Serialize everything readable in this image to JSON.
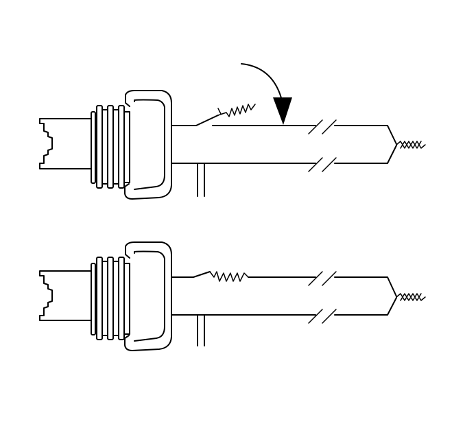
{
  "diagram": {
    "type": "technical-line-drawing",
    "views": [
      {
        "state": "before",
        "shows_direction_arrow": true
      },
      {
        "state": "after",
        "shows_direction_arrow": false
      }
    ],
    "colors": {
      "ink": "#000000",
      "background": "#ffffff"
    }
  }
}
